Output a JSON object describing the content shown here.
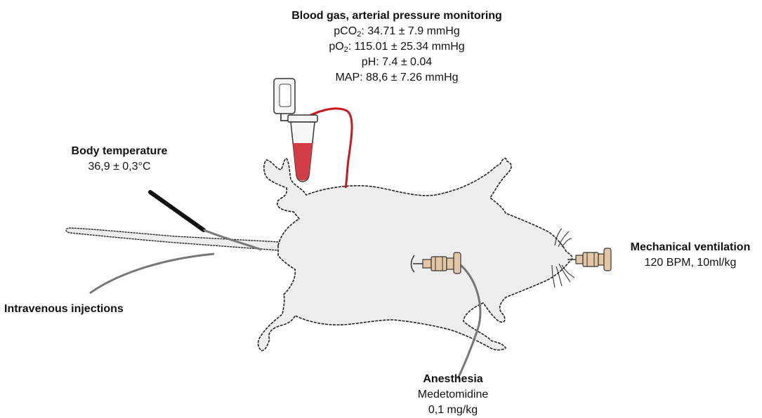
{
  "colors": {
    "body_fill": "#eeeeee",
    "body_outline": "#222222",
    "catheter_red": "#c8171e",
    "blood": "#d23c45",
    "probe_black": "#111111",
    "line_gray": "#777777",
    "syringe_tan": "#e3c6a4"
  },
  "labels": {
    "blood_gas": {
      "title": "Blood gas, arterial pressure monitoring",
      "pco2_prefix": "pCO",
      "pco2_sub": "2",
      "pco2_value": ": 34.71 ± 7.9 mmHg",
      "po2_prefix": "pO",
      "po2_sub": "2",
      "po2_value": ": 115.01 ± 25.34 mmHg",
      "ph": "pH: 7.4 ± 0.04",
      "map": "MAP: 88,6 ± 7.26 mmHg"
    },
    "body_temperature": {
      "title": "Body temperature",
      "value": "36,9 ± 0,3°C"
    },
    "intravenous": {
      "title": "Intravenous injections"
    },
    "mechanical_ventilation": {
      "title": "Mechanical ventilation",
      "value": "120 BPM, 10ml/kg"
    },
    "anesthesia": {
      "title": "Anesthesia",
      "drug": "Medetomidine",
      "dose": "0,1 mg/kg"
    }
  },
  "icons": {
    "blood_tube": "eppendorf-tube-icon",
    "syringe": "syringe-connector-icon",
    "rat": "rat-silhouette"
  }
}
